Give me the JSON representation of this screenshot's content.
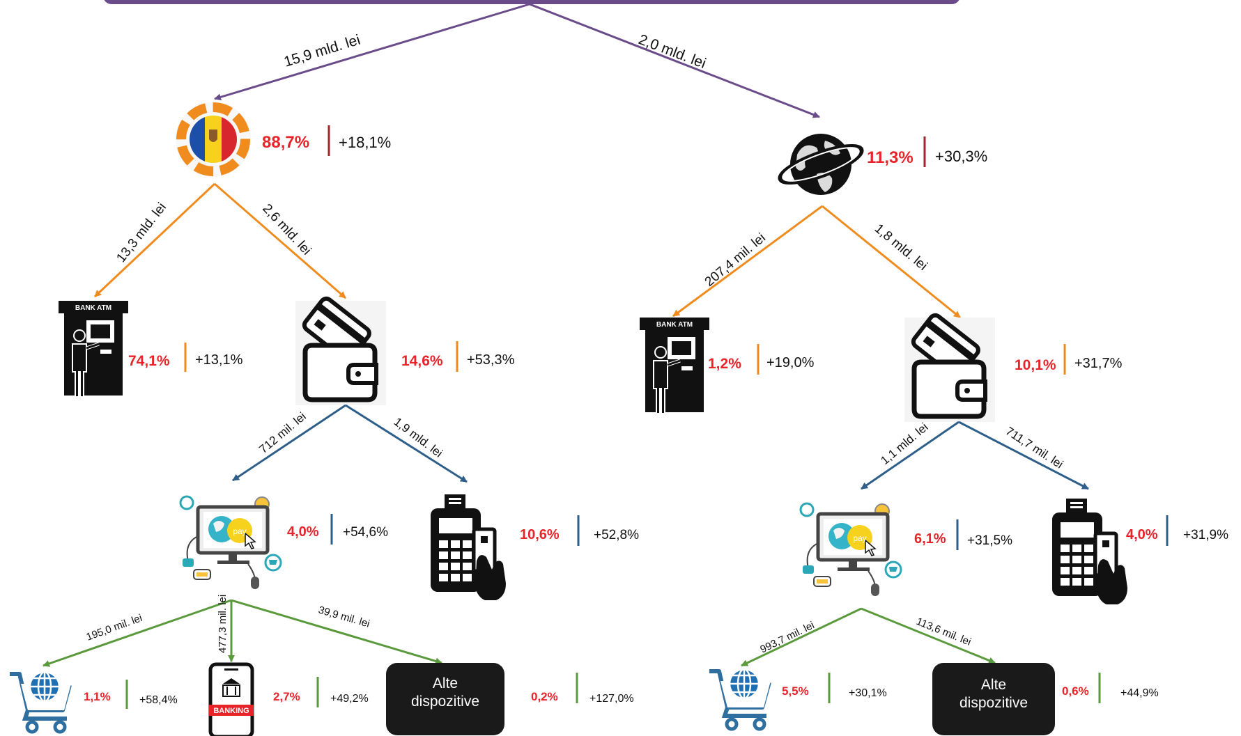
{
  "colors": {
    "purple": "#6b4c8a",
    "orange": "#f08c1e",
    "blue": "#2e5f8a",
    "green": "#5a9a3c",
    "red": "#e8232a",
    "dark": "#1a1a1a"
  },
  "edges": {
    "domestic_total": "15,9 mld. lei",
    "abroad_total": "2,0 mld. lei",
    "dom_atm": "13,3 mld. lei",
    "dom_cashless": "2,6 mld. lei",
    "abr_atm": "207,4 mil. lei",
    "abr_cashless": "1,8 mld. lei",
    "dom_online": "712 mil. lei",
    "dom_pos": "1,9 mld. lei",
    "abr_online": "1,1 mld. lei",
    "abr_pos": "711,7 mil. lei",
    "dom_ecom": "195,0 mil. lei",
    "dom_banking": "477,3 mil. lei",
    "dom_other": "39,9 mil. lei",
    "abr_ecom": "993,7 mil. lei",
    "abr_other": "113,6 mil. lei"
  },
  "nodes": {
    "domestic": {
      "share": "88,7%",
      "change": "+18,1%"
    },
    "abroad": {
      "share": "11,3%",
      "change": "+30,3%"
    },
    "dom_atm": {
      "share": "74,1%",
      "change": "+13,1%",
      "sign": "BANK ATM"
    },
    "dom_cashless": {
      "share": "14,6%",
      "change": "+53,3%"
    },
    "abr_atm": {
      "share": "1,2%",
      "change": "+19,0%",
      "sign": "BANK ATM"
    },
    "abr_cashless": {
      "share": "10,1%",
      "change": "+31,7%"
    },
    "dom_online": {
      "share": "4,0%",
      "change": "+54,6%",
      "pay": "pay"
    },
    "dom_pos": {
      "share": "10,6%",
      "change": "+52,8%"
    },
    "abr_online": {
      "share": "6,1%",
      "change": "+31,5%",
      "pay": "pay"
    },
    "abr_pos": {
      "share": "4,0%",
      "change": "+31,9%"
    },
    "dom_ecom": {
      "share": "1,1%",
      "change": "+58,4%"
    },
    "dom_banking": {
      "share": "2,7%",
      "change": "+49,2%",
      "label": "BANKING"
    },
    "dom_other": {
      "share": "0,2%",
      "change": "+127,0%",
      "line1": "Alte",
      "line2": "dispozitive"
    },
    "abr_ecom": {
      "share": "5,5%",
      "change": "+30,1%"
    },
    "abr_other": {
      "share": "0,6%",
      "change": "+44,9%",
      "line1": "Alte",
      "line2": "dispozitive"
    }
  },
  "icons": [
    "moldova-flag-icon",
    "globe-icon",
    "atm-icon",
    "wallet-card-icon",
    "online-payment-icon",
    "pos-terminal-icon",
    "ecommerce-cart-icon",
    "mobile-banking-icon"
  ]
}
